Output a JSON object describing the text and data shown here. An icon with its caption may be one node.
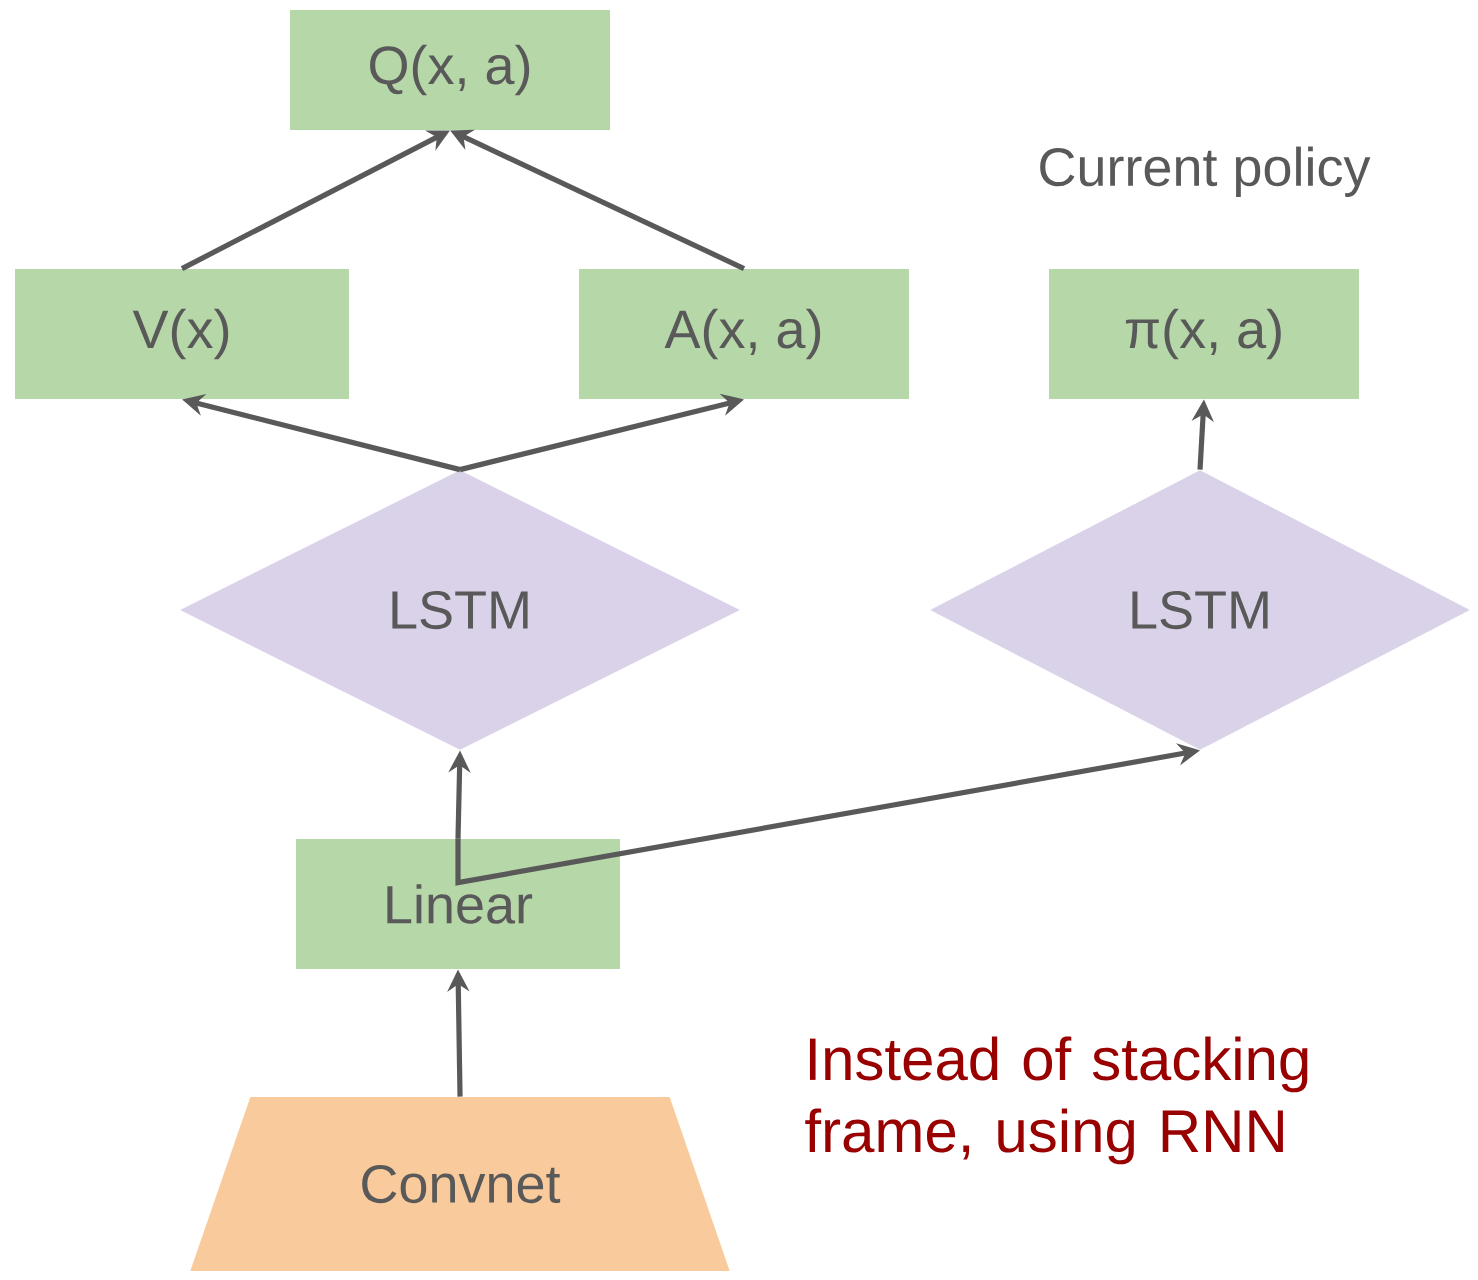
{
  "diagram": {
    "nodes": [
      {
        "text": [
          "Q(x, a)"
        ]
      },
      {
        "text": [
          "V(x)"
        ]
      },
      {
        "text": [
          "A(x, a)"
        ]
      },
      {
        "text": [
          "π(x, a)"
        ],
        "beside": [
          "Current policy"
        ]
      },
      {
        "text": [
          "LSTM"
        ]
      },
      {
        "text": [
          "LSTM"
        ]
      },
      {
        "text": [
          "Linear"
        ]
      },
      {
        "text": [
          "Convnet"
        ]
      }
    ],
    "edges": [
      {
        "from": 1,
        "to": 0,
        "arrow": "to"
      },
      {
        "from": 2,
        "to": 0,
        "arrow": "to"
      },
      {
        "from": 4,
        "to": 1,
        "arrow": "to"
      },
      {
        "from": 4,
        "to": 2,
        "arrow": "to"
      },
      {
        "from": 5,
        "to": 3,
        "arrow": "to"
      },
      {
        "from": 6,
        "to": 4,
        "arrow": "to"
      },
      {
        "from": 6,
        "to": 5,
        "arrow": "to"
      },
      {
        "from": 7,
        "to": 6,
        "arrow": "to"
      }
    ],
    "labels": [
      "Instead of stacking frame, using RNN"
    ]
  }
}
